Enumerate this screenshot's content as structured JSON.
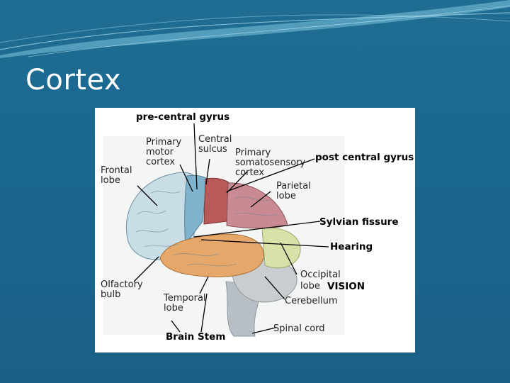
{
  "slide": {
    "title": "Cortex"
  },
  "figure": {
    "labels": {
      "pre_central_gyrus": "pre-central gyrus",
      "primary_motor": "Primary",
      "primary_motor_2": "motor",
      "primary_motor_3": "cortex",
      "central_sulcus": "Central",
      "central_sulcus_2": "sulcus",
      "primary_somato": "Primary",
      "primary_somato_2": "somatosensory",
      "primary_somato_3": "cortex",
      "post_central_gyrus": "post central gyrus",
      "frontal_lobe": "Frontal",
      "frontal_lobe_2": "lobe",
      "parietal_lobe": "Parietal",
      "parietal_lobe_2": "lobe",
      "sylvian_fissure": "Sylvian fissure",
      "hearing": "Hearing",
      "occipital_lobe": "Occipital",
      "occipital_lobe_2": "lobe",
      "vision": "VISION",
      "olfactory_bulb": "Olfactory",
      "olfactory_bulb_2": "bulb",
      "temporal_lobe": "Temporal",
      "temporal_lobe_2": "lobe",
      "cerebellum": "Cerebellum",
      "spinal_cord": "Spinal cord",
      "brain_stem": "Brain Stem"
    },
    "colors": {
      "frontal": "#c9dde6",
      "motor": "#7fb2cc",
      "somatosensory": "#b85a5a",
      "parietal": "#c98a94",
      "temporal": "#e6a86a",
      "occipital": "#d8e2a8",
      "cerebellum": "#c9cdd0",
      "stem": "#b8bfc4"
    }
  }
}
